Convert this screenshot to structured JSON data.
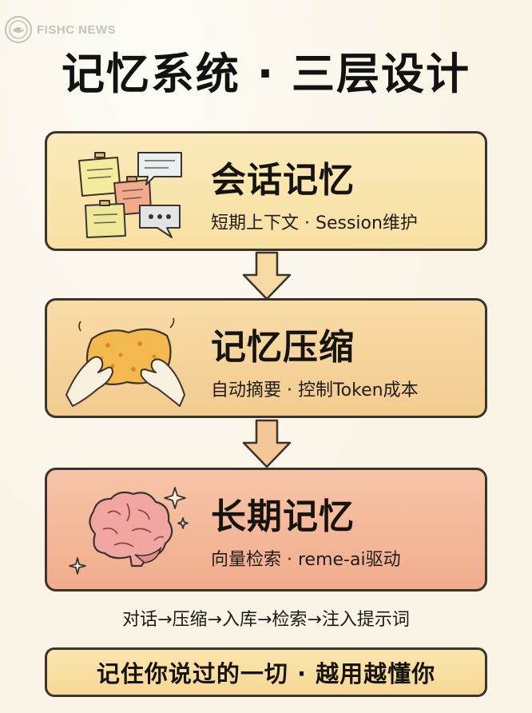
{
  "watermark": {
    "text": "FISHC NEWS"
  },
  "title": "记忆系统 · 三层设计",
  "layers": [
    {
      "title": "会话记忆",
      "subtitle": "短期上下文 · Session维护",
      "icon": "sticky-notes-chat-icon",
      "color": "#f7e0a3"
    },
    {
      "title": "记忆压缩",
      "subtitle": "自动摘要 · 控制Token成本",
      "icon": "hands-compressing-sponge-icon",
      "color": "#f3cb8f"
    },
    {
      "title": "长期记忆",
      "subtitle": "向量检索 · reme-ai驱动",
      "icon": "brain-sparkle-icon",
      "color": "#f0ad8d"
    }
  ],
  "flow": "对话→压缩→入库→检索→注入提示词",
  "slogan": "记住你说过的一切 · 越用越懂你"
}
